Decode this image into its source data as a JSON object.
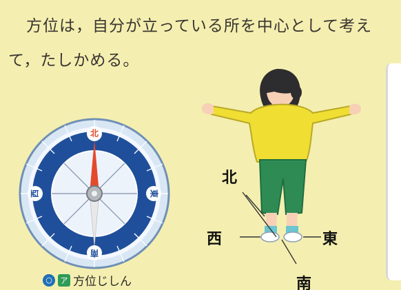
{
  "text": {
    "line1": "方位は，自分が立っている所を中心として考え",
    "line2": "て，たしかめる。"
  },
  "compass": {
    "north": "北",
    "east": "東",
    "south": "南",
    "west": "西",
    "caption": "方位じしん",
    "badge_blue": "○",
    "badge_green": "ア"
  },
  "directions": {
    "north": "北",
    "west": "西",
    "east": "東",
    "south": "南"
  },
  "colors": {
    "background": "#f4efb0",
    "compass_ring": "#1f4f9b",
    "needle_red": "#e34a2b",
    "jacket": "#f0de33",
    "pants": "#2f8b54"
  }
}
